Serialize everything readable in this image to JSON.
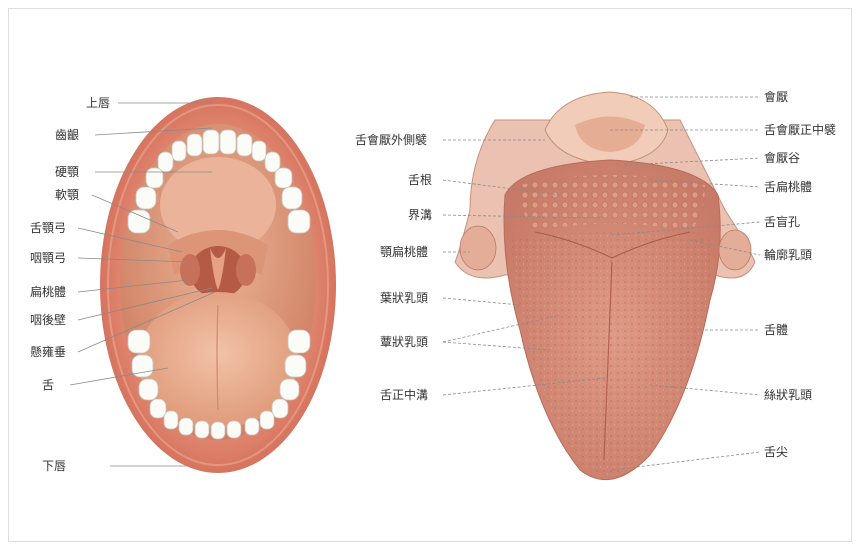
{
  "mouth": {
    "labels": {
      "upper_lip": "上唇",
      "gums": "齒齦",
      "hard_palate": "硬顎",
      "soft_palate": "軟顎",
      "palatoglossal_arch": "舌顎弓",
      "palatopharyngeal_arch": "咽顎弓",
      "tonsil": "扁桃體",
      "posterior_pharyngeal_wall": "咽後壁",
      "uvula": "懸雍垂",
      "tongue": "舌",
      "lower_lip": "下唇"
    }
  },
  "tongue": {
    "labels": {
      "epiglottis": "會厭",
      "lateral_glossoepiglottic_fold": "舌會厭外側襞",
      "median_glossoepiglottic_fold": "舌會厭正中襞",
      "vallecula": "會厭谷",
      "root": "舌根",
      "lingual_tonsil": "舌扁桃體",
      "sulcus_terminalis": "界溝",
      "foramen_cecum": "舌盲孔",
      "palatine_tonsil": "顎扁桃體",
      "circumvallate_papillae": "輪廓乳頭",
      "foliate_papillae": "葉狀乳頭",
      "fungiform_papillae": "蕈狀乳頭",
      "body": "舌體",
      "median_sulcus": "舌正中溝",
      "filiform_papillae": "絲狀乳頭",
      "apex": "舌尖"
    }
  },
  "colors": {
    "lip": "#d4715c",
    "mouth_interior": "#e8a383",
    "tongue_surface": "#d98e7a",
    "teeth": "#fbfbf8"
  }
}
